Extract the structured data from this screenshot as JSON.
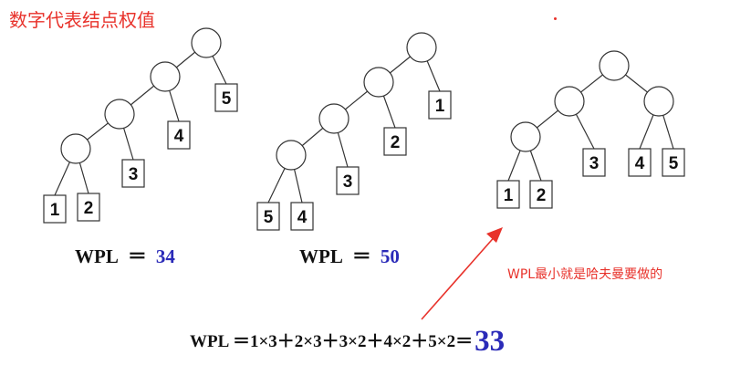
{
  "title": "数字代表结点权值",
  "trees": [
    {
      "leaves": [
        "1",
        "2",
        "3",
        "4",
        "5"
      ],
      "wpl_label": "WPL",
      "wpl_eq": "＝",
      "wpl_value": "34"
    },
    {
      "leaves": [
        "5",
        "4",
        "3",
        "2",
        "1"
      ],
      "wpl_label": "WPL",
      "wpl_eq": "＝",
      "wpl_value": "50"
    },
    {
      "leaves": [
        "1",
        "2",
        "3",
        "4",
        "5"
      ]
    }
  ],
  "note": "WPL最小就是哈夫曼要做的",
  "formula": {
    "expression": "WPL ＝1×3＋2×3＋3×2＋4×2＋5×2＝",
    "result": "33"
  },
  "colors": {
    "title": "#e8322b",
    "note": "#e8322b",
    "arrow": "#e8322b",
    "value": "#2a2ab8"
  }
}
